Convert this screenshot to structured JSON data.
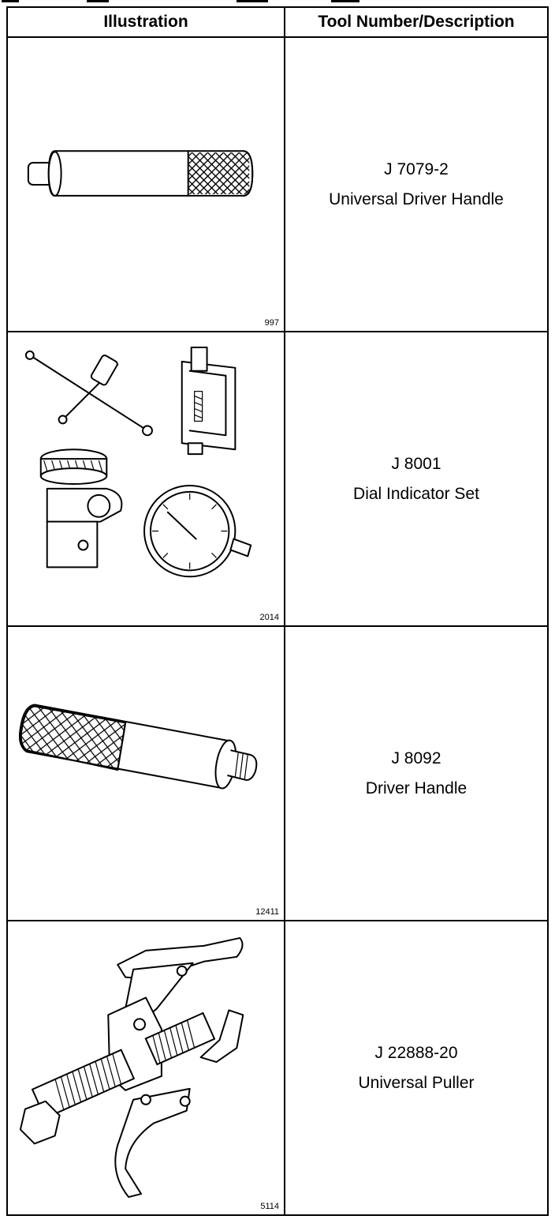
{
  "table": {
    "headers": {
      "illustration": "Illustration",
      "description": "Tool Number/Description"
    },
    "rows": [
      {
        "figure_number": "997",
        "tool_number": "J 7079-2",
        "description": "Universal Driver Handle",
        "icon": "universal-driver-handle-icon"
      },
      {
        "figure_number": "2014",
        "tool_number": "J 8001",
        "description": "Dial Indicator Set",
        "icon": "dial-indicator-set-icon"
      },
      {
        "figure_number": "12411",
        "tool_number": "J 8092",
        "description": "Driver Handle",
        "icon": "driver-handle-icon"
      },
      {
        "figure_number": "5114",
        "tool_number": "J 22888-20",
        "description": "Universal Puller",
        "icon": "universal-puller-icon"
      }
    ]
  }
}
